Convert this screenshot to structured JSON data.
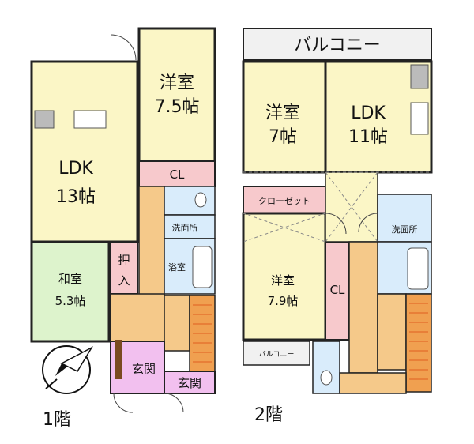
{
  "colors": {
    "ldk": "#fbf6c6",
    "washitsu": "#ddf3cc",
    "closet": "#f7c9cc",
    "bath": "#d9ecfb",
    "corridor": "#f5c98a",
    "stair": "#f0a050",
    "entrance": "#f2c0ef",
    "balcony": "#f1f1f1",
    "wall": "#222222"
  },
  "floor1": {
    "label": "1階",
    "rooms": {
      "ldk_name": "LDK",
      "ldk_size": "13帖",
      "yoshitsu_name": "洋室",
      "yoshitsu_size": "7.5帖",
      "cl": "CL",
      "washitsu_name": "和室",
      "washitsu_size": "5.3帖",
      "oshiire_1": "押",
      "oshiire_2": "入",
      "senmenjo": "洗面所",
      "yokushitsu": "浴室",
      "genkan_a": "玄関",
      "genkan_b": "玄関"
    }
  },
  "floor2": {
    "label": "2階",
    "balcony_top": "バルコニー",
    "balcony_small": "バルコニー",
    "rooms": {
      "yoshitsu_a_name": "洋室",
      "yoshitsu_a_size": "7帖",
      "ldk_name": "LDK",
      "ldk_size": "11帖",
      "closet": "クローゼット",
      "senmenjo": "洗面所",
      "yoshitsu_b_name": "洋室",
      "yoshitsu_b_size": "7.9帖",
      "cl": "CL"
    }
  },
  "icons": {
    "compass": "north-arrow-icon"
  }
}
